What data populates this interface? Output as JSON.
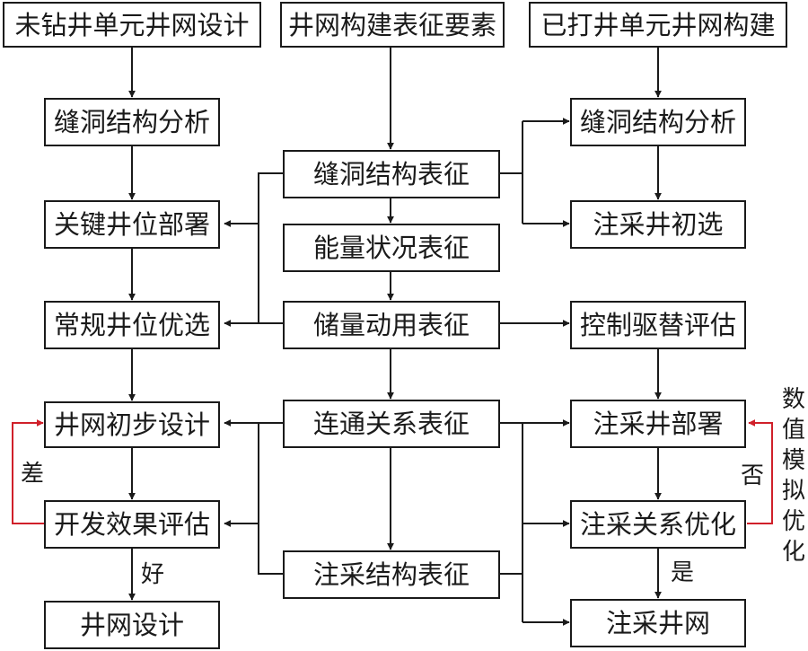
{
  "nodes": {
    "undrilled_design": "未钻井单元井网设计",
    "elements": "井网构建表征要素",
    "drilled_build": "已打井单元井网构建",
    "left_fracture_analysis": "缝洞结构分析",
    "key_well": "关键井位部署",
    "regular_well": "常规井位优选",
    "initial_design": "井网初步设计",
    "effect_eval": "开发效果评估",
    "well_pattern_design": "井网设计",
    "fracture_char": "缝洞结构表征",
    "energy_char": "能量状况表征",
    "reserve_char": "储量动用表征",
    "connectivity_char": "连通关系表征",
    "injprod_struct_char": "注采结构表征",
    "right_fracture_analysis": "缝洞结构分析",
    "injprod_select": "注采井初选",
    "control_eval": "控制驱替评估",
    "injprod_deploy": "注采井部署",
    "injprod_optimize": "注采关系优化",
    "injprod_pattern": "注采井网"
  },
  "edge_labels": {
    "poor": "差",
    "good": "好",
    "no": "否",
    "yes": "是",
    "simulation": [
      "数",
      "值",
      "模",
      "拟",
      "优",
      "化"
    ]
  },
  "colors": {
    "line": "#1a1a1a",
    "feedback": "#d0202a"
  }
}
